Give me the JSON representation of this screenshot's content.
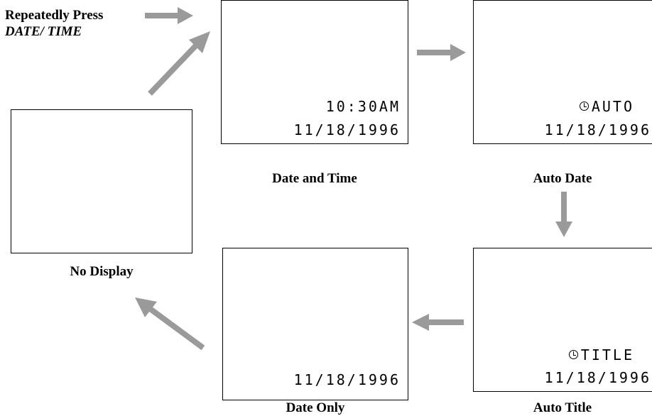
{
  "instruction": {
    "line1": "Repeatedly Press",
    "button": "DATE/ TIME"
  },
  "screens": {
    "no_display": {
      "caption": "No Display"
    },
    "date_and_time": {
      "caption": "Date and Time",
      "time": "10:30AM",
      "date": "11/18/1996"
    },
    "auto_date": {
      "caption": "Auto Date",
      "mode": "AUTO",
      "date": "11/18/1996",
      "icon": "clock-icon"
    },
    "auto_title": {
      "caption": "Auto Title",
      "mode": "TITLE",
      "date": "11/18/1996",
      "icon": "clock-icon"
    },
    "date_only": {
      "caption": "Date Only",
      "date": "11/18/1996"
    }
  },
  "colors": {
    "arrow": "#9a9a9a",
    "border": "#000000"
  }
}
